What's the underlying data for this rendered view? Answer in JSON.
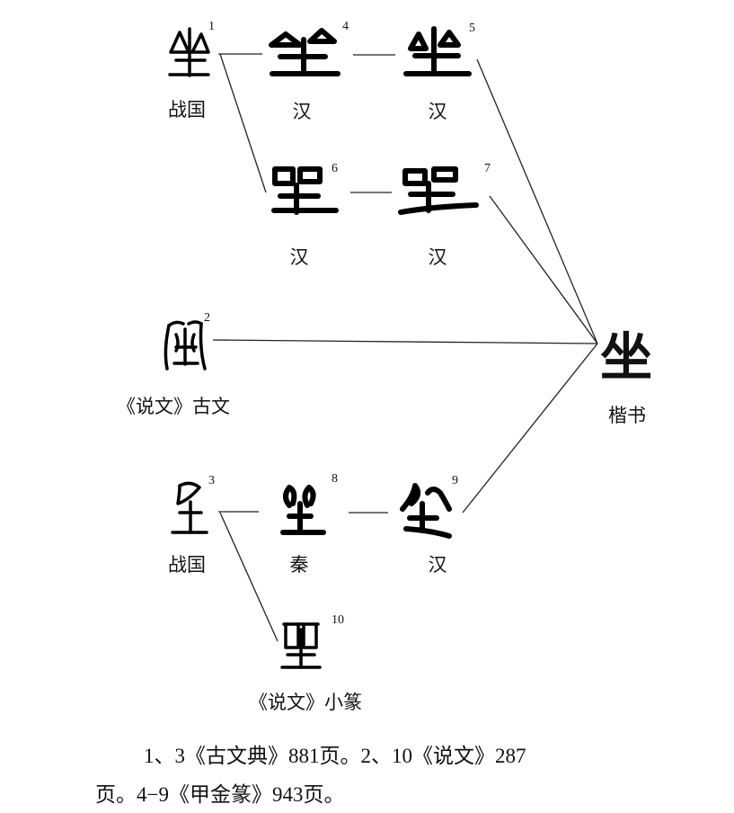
{
  "nodes": [
    {
      "id": "1",
      "label": "战国"
    },
    {
      "id": "4",
      "label": "汉"
    },
    {
      "id": "5",
      "label": "汉"
    },
    {
      "id": "6",
      "label": "汉"
    },
    {
      "id": "7",
      "label": "汉"
    },
    {
      "id": "2",
      "label": "《说文》古文"
    },
    {
      "id": "3",
      "label": "战国"
    },
    {
      "id": "8",
      "label": "秦"
    },
    {
      "id": "9",
      "label": "汉"
    },
    {
      "id": "10",
      "label": "《说文》小篆"
    }
  ],
  "target": {
    "char": "坐",
    "label": "楷书"
  },
  "edges": [
    [
      "1",
      "4"
    ],
    [
      "4",
      "5"
    ],
    [
      "1",
      "6"
    ],
    [
      "6",
      "7"
    ],
    [
      "5",
      "楷书"
    ],
    [
      "7",
      "楷书"
    ],
    [
      "2",
      "楷书"
    ],
    [
      "9",
      "楷书"
    ],
    [
      "3",
      "8"
    ],
    [
      "8",
      "9"
    ],
    [
      "3",
      "10"
    ]
  ],
  "caption": {
    "line1": "1、3《古文典》881页。2、10《说文》287",
    "line2": "页。4−9《甲金篆》943页。"
  }
}
